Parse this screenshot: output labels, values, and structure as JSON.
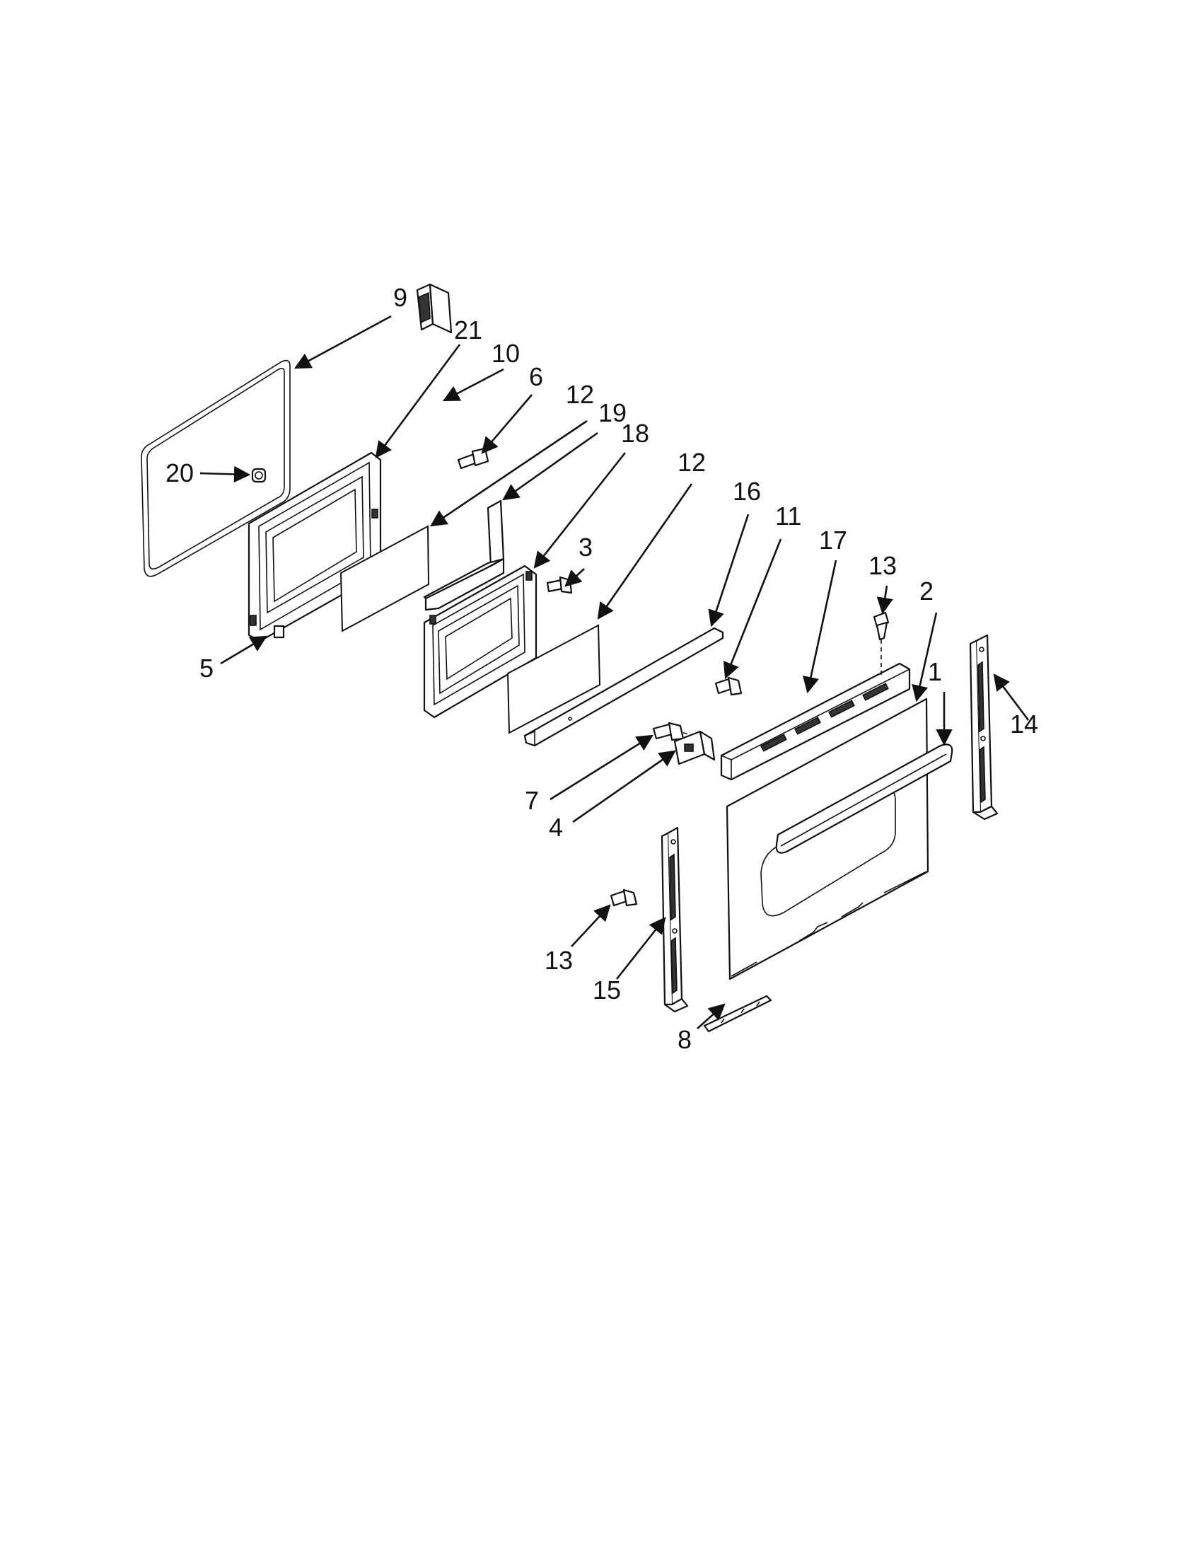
{
  "diagram": {
    "callouts": [
      {
        "id": "c9",
        "label": "9"
      },
      {
        "id": "c21",
        "label": "21"
      },
      {
        "id": "c10",
        "label": "10"
      },
      {
        "id": "c6",
        "label": "6"
      },
      {
        "id": "c12a",
        "label": "12"
      },
      {
        "id": "c19",
        "label": "19"
      },
      {
        "id": "c18",
        "label": "18"
      },
      {
        "id": "c12b",
        "label": "12"
      },
      {
        "id": "c16",
        "label": "16"
      },
      {
        "id": "c11",
        "label": "11"
      },
      {
        "id": "c17",
        "label": "17"
      },
      {
        "id": "c13a",
        "label": "13"
      },
      {
        "id": "c2",
        "label": "2"
      },
      {
        "id": "c3",
        "label": "3"
      },
      {
        "id": "c20",
        "label": "20"
      },
      {
        "id": "c5",
        "label": "5"
      },
      {
        "id": "c1",
        "label": "1"
      },
      {
        "id": "c14",
        "label": "14"
      },
      {
        "id": "c7",
        "label": "7"
      },
      {
        "id": "c4",
        "label": "4"
      },
      {
        "id": "c13b",
        "label": "13"
      },
      {
        "id": "c15",
        "label": "15"
      },
      {
        "id": "c8",
        "label": "8"
      }
    ]
  }
}
